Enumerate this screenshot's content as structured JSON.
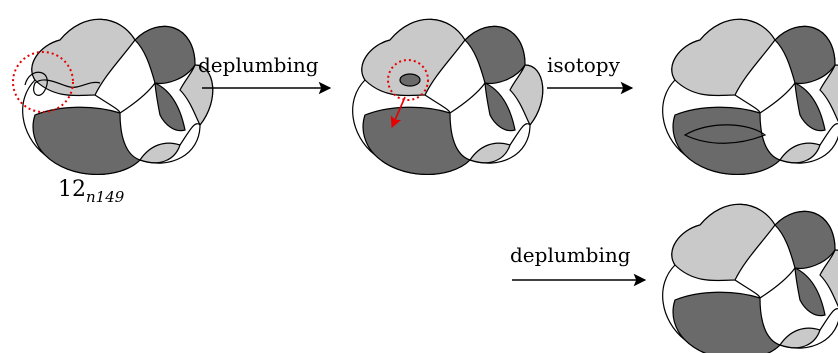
{
  "labels": {
    "knot_name_main": "12",
    "knot_name_sub": "n149",
    "step1": "deplumbing",
    "step2": "isotopy",
    "step3": "deplumbing"
  },
  "colors": {
    "light_region": "#c9c9c9",
    "dark_region": "#6a6a6a",
    "highlight": "#e60000"
  }
}
